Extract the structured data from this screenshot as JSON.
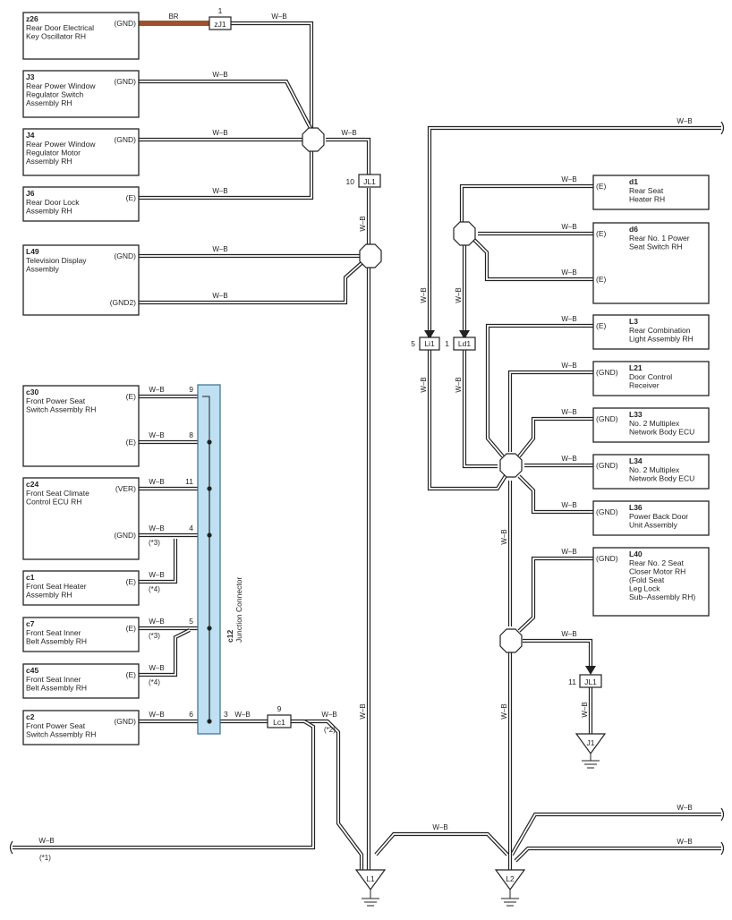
{
  "components": [
    {
      "id": "z26",
      "code": "z26",
      "name": [
        "Rear Door Electrical",
        "Key Oscillator RH"
      ],
      "pins": [
        "(GND)"
      ]
    },
    {
      "id": "j3",
      "code": "J3",
      "name": [
        "Rear Power Window",
        "Regulator Switch",
        "Assembly RH"
      ],
      "pins": [
        "(GND)"
      ]
    },
    {
      "id": "j4",
      "code": "J4",
      "name": [
        "Rear Power Window",
        "Regulator Motor",
        "Assembly RH"
      ],
      "pins": [
        "(GND)"
      ]
    },
    {
      "id": "j6",
      "code": "J6",
      "name": [
        "Rear Door Lock",
        "Assembly RH"
      ],
      "pins": [
        "(E)"
      ]
    },
    {
      "id": "l49",
      "code": "L49",
      "name": [
        "Television Display",
        "Assembly"
      ],
      "pins": [
        "(GND)",
        "(GND2)"
      ]
    },
    {
      "id": "c30",
      "code": "c30",
      "name": [
        "Front Power Seat",
        "Switch Assembly RH"
      ],
      "pins": [
        "(E)",
        "(E)"
      ]
    },
    {
      "id": "c24",
      "code": "c24",
      "name": [
        "Front Seat Climate",
        "Control ECU RH"
      ],
      "pins": [
        "(VER)",
        "(GND)"
      ]
    },
    {
      "id": "c1",
      "code": "c1",
      "name": [
        "Front Seat Heater",
        "Assembly RH"
      ],
      "pins": [
        "(E)"
      ]
    },
    {
      "id": "c7",
      "code": "c7",
      "name": [
        "Front Seat Inner",
        "Belt Assembly RH"
      ],
      "pins": [
        "(E)"
      ]
    },
    {
      "id": "c45",
      "code": "c45",
      "name": [
        "Front Seat Inner",
        "Belt Assembly RH"
      ],
      "pins": [
        "(E)"
      ]
    },
    {
      "id": "c2",
      "code": "c2",
      "name": [
        "Front Power Seat",
        "Switch Assembly RH"
      ],
      "pins": [
        "(GND)"
      ]
    },
    {
      "id": "d1",
      "code": "d1",
      "name": [
        "Rear Seat",
        "Heater RH"
      ],
      "pins": [
        "(E)"
      ]
    },
    {
      "id": "d6",
      "code": "d6",
      "name": [
        "Rear No. 1 Power",
        "Seat Switch RH"
      ],
      "pins": [
        "(E)",
        "(E)"
      ]
    },
    {
      "id": "l3",
      "code": "L3",
      "name": [
        "Rear Combination",
        "Light Assembly RH"
      ],
      "pins": [
        "(E)"
      ]
    },
    {
      "id": "l21",
      "code": "L21",
      "name": [
        "Door Control",
        "Receiver"
      ],
      "pins": [
        "(GND)"
      ]
    },
    {
      "id": "l33",
      "code": "L33",
      "name": [
        "No. 2 Multiplex",
        "Network Body ECU"
      ],
      "pins": [
        "(GND)"
      ]
    },
    {
      "id": "l34",
      "code": "L34",
      "name": [
        "No. 2 Multiplex",
        "Network Body ECU"
      ],
      "pins": [
        "(GND)"
      ]
    },
    {
      "id": "l36",
      "code": "L36",
      "name": [
        "Power Back Door",
        "Unit Assembly"
      ],
      "pins": [
        "(GND)"
      ]
    },
    {
      "id": "l40",
      "code": "L40",
      "name": [
        "Rear No. 2 Seat",
        "Closer Motor RH",
        "(Fold Seat",
        " Leg Lock",
        " Sub–Assembly RH)"
      ],
      "pins": [
        "(GND)"
      ]
    }
  ],
  "junction": {
    "code": "c12",
    "name": "Junction Connector",
    "pins": [
      "9",
      "8",
      "11",
      "4",
      "5",
      "6",
      "3"
    ]
  },
  "connectors": {
    "zj1": "zJ1",
    "zj1_pin": "1",
    "jl1": "JL1",
    "jl1_pin": "10",
    "li1": "Li1",
    "li1_pin": "5",
    "ld1": "Ld1",
    "ld1_pin": "1",
    "lc1": "Lc1",
    "lc1_pin": "9",
    "jl1b": "JL1",
    "jl1b_pin": "11"
  },
  "grounds": {
    "l1": "L1",
    "l2": "L2",
    "j1": "J1"
  },
  "wire_labels": {
    "wb": "W–B",
    "br": "BR"
  },
  "notes": {
    "n1": "(*1)",
    "n2": "(*2)",
    "n3": "(*3)",
    "n4": "(*4)"
  },
  "colors": {
    "br_wire": "#a0522d",
    "junction_fill": "#bfe0f2",
    "junction_stroke": "#3a6d8c"
  }
}
